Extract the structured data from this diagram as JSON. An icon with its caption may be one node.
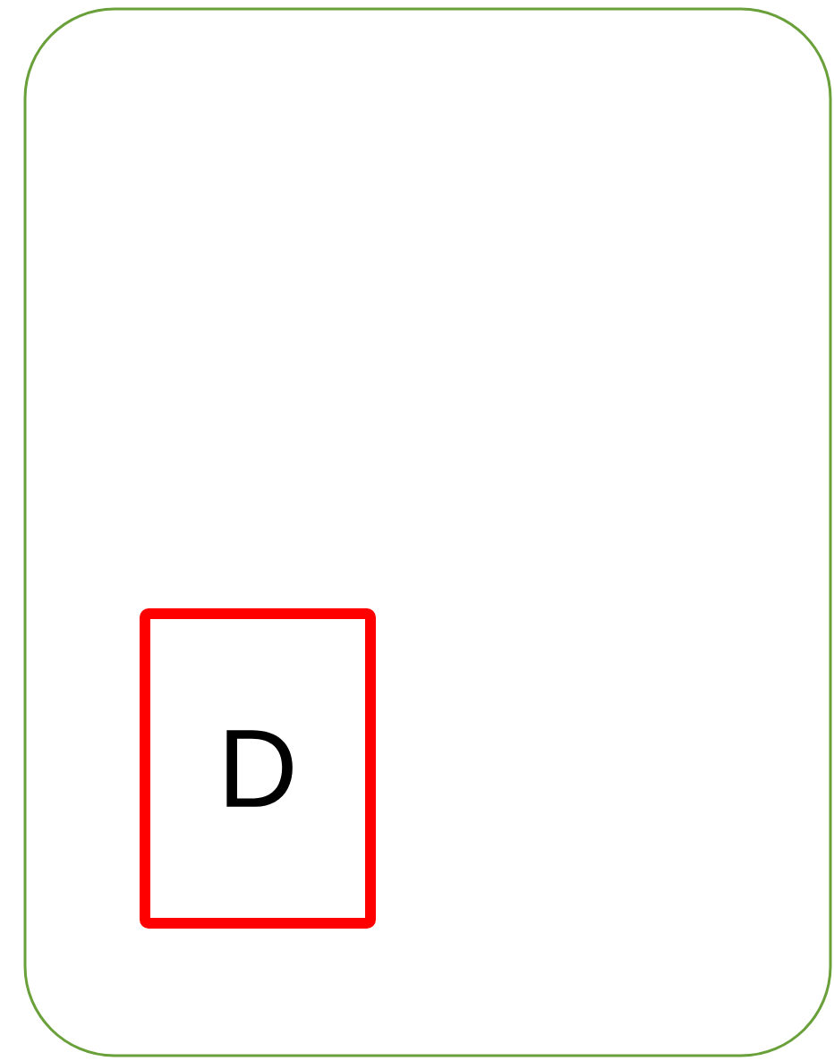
{
  "diagram": {
    "nodes": [
      {
        "text": [],
        "shape": "box"
      },
      {
        "text": [
          "D"
        ],
        "in": 0
      }
    ]
  }
}
